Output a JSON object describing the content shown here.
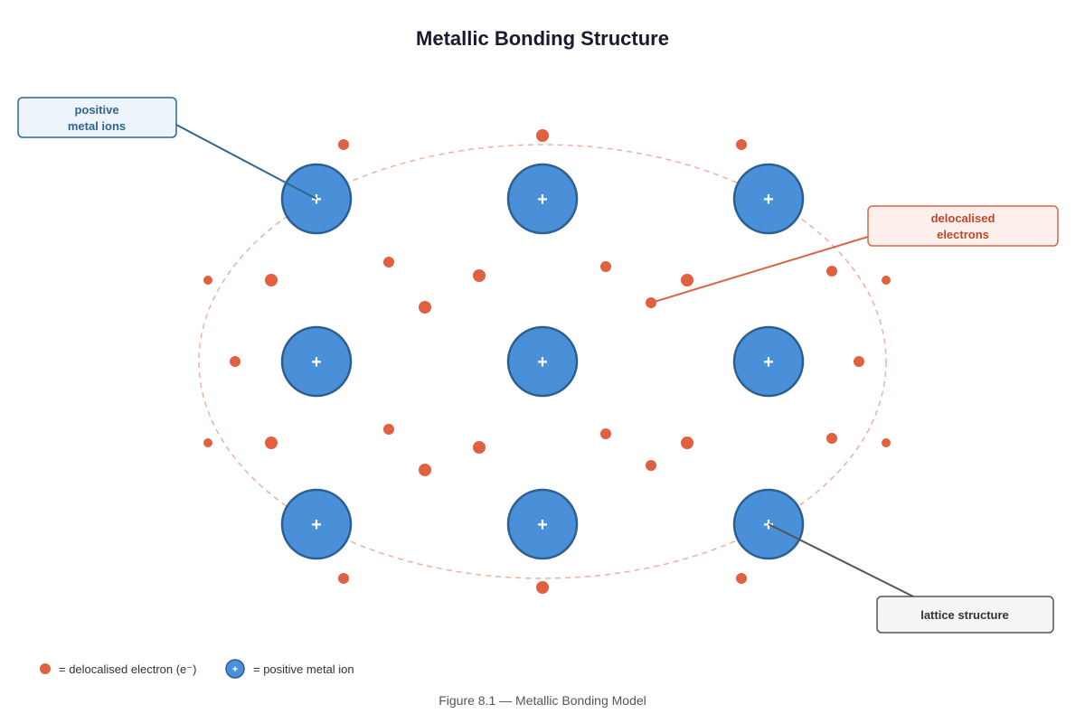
{
  "title": "Metallic Bonding Structure",
  "ion_symbol": "+",
  "callouts": {
    "positive_ions": {
      "line1": "positive",
      "line2": "metal ions"
    },
    "delocalised": {
      "line1": "delocalised",
      "line2": "electrons"
    },
    "lattice": {
      "label": "lattice structure"
    }
  },
  "legend": {
    "electron_label": "= delocalised electron (e⁻)",
    "ion_symbol": "+",
    "ion_label": "= positive metal ion"
  },
  "caption": "Figure 8.1 — Metallic Bonding Model",
  "colors": {
    "ion_fill": "#4a90d9",
    "ion_stroke": "#2a5f8f",
    "electron": "#e06040",
    "blue_callout_fill": "#edf4fc",
    "blue_callout_stroke": "#2f6690",
    "red_callout_fill": "#fdf0ec",
    "red_callout_stroke": "#d9664a",
    "grey_callout_fill": "#f5f5f5",
    "grey_callout_stroke": "#555555",
    "ellipse": "#f0b0a0"
  }
}
